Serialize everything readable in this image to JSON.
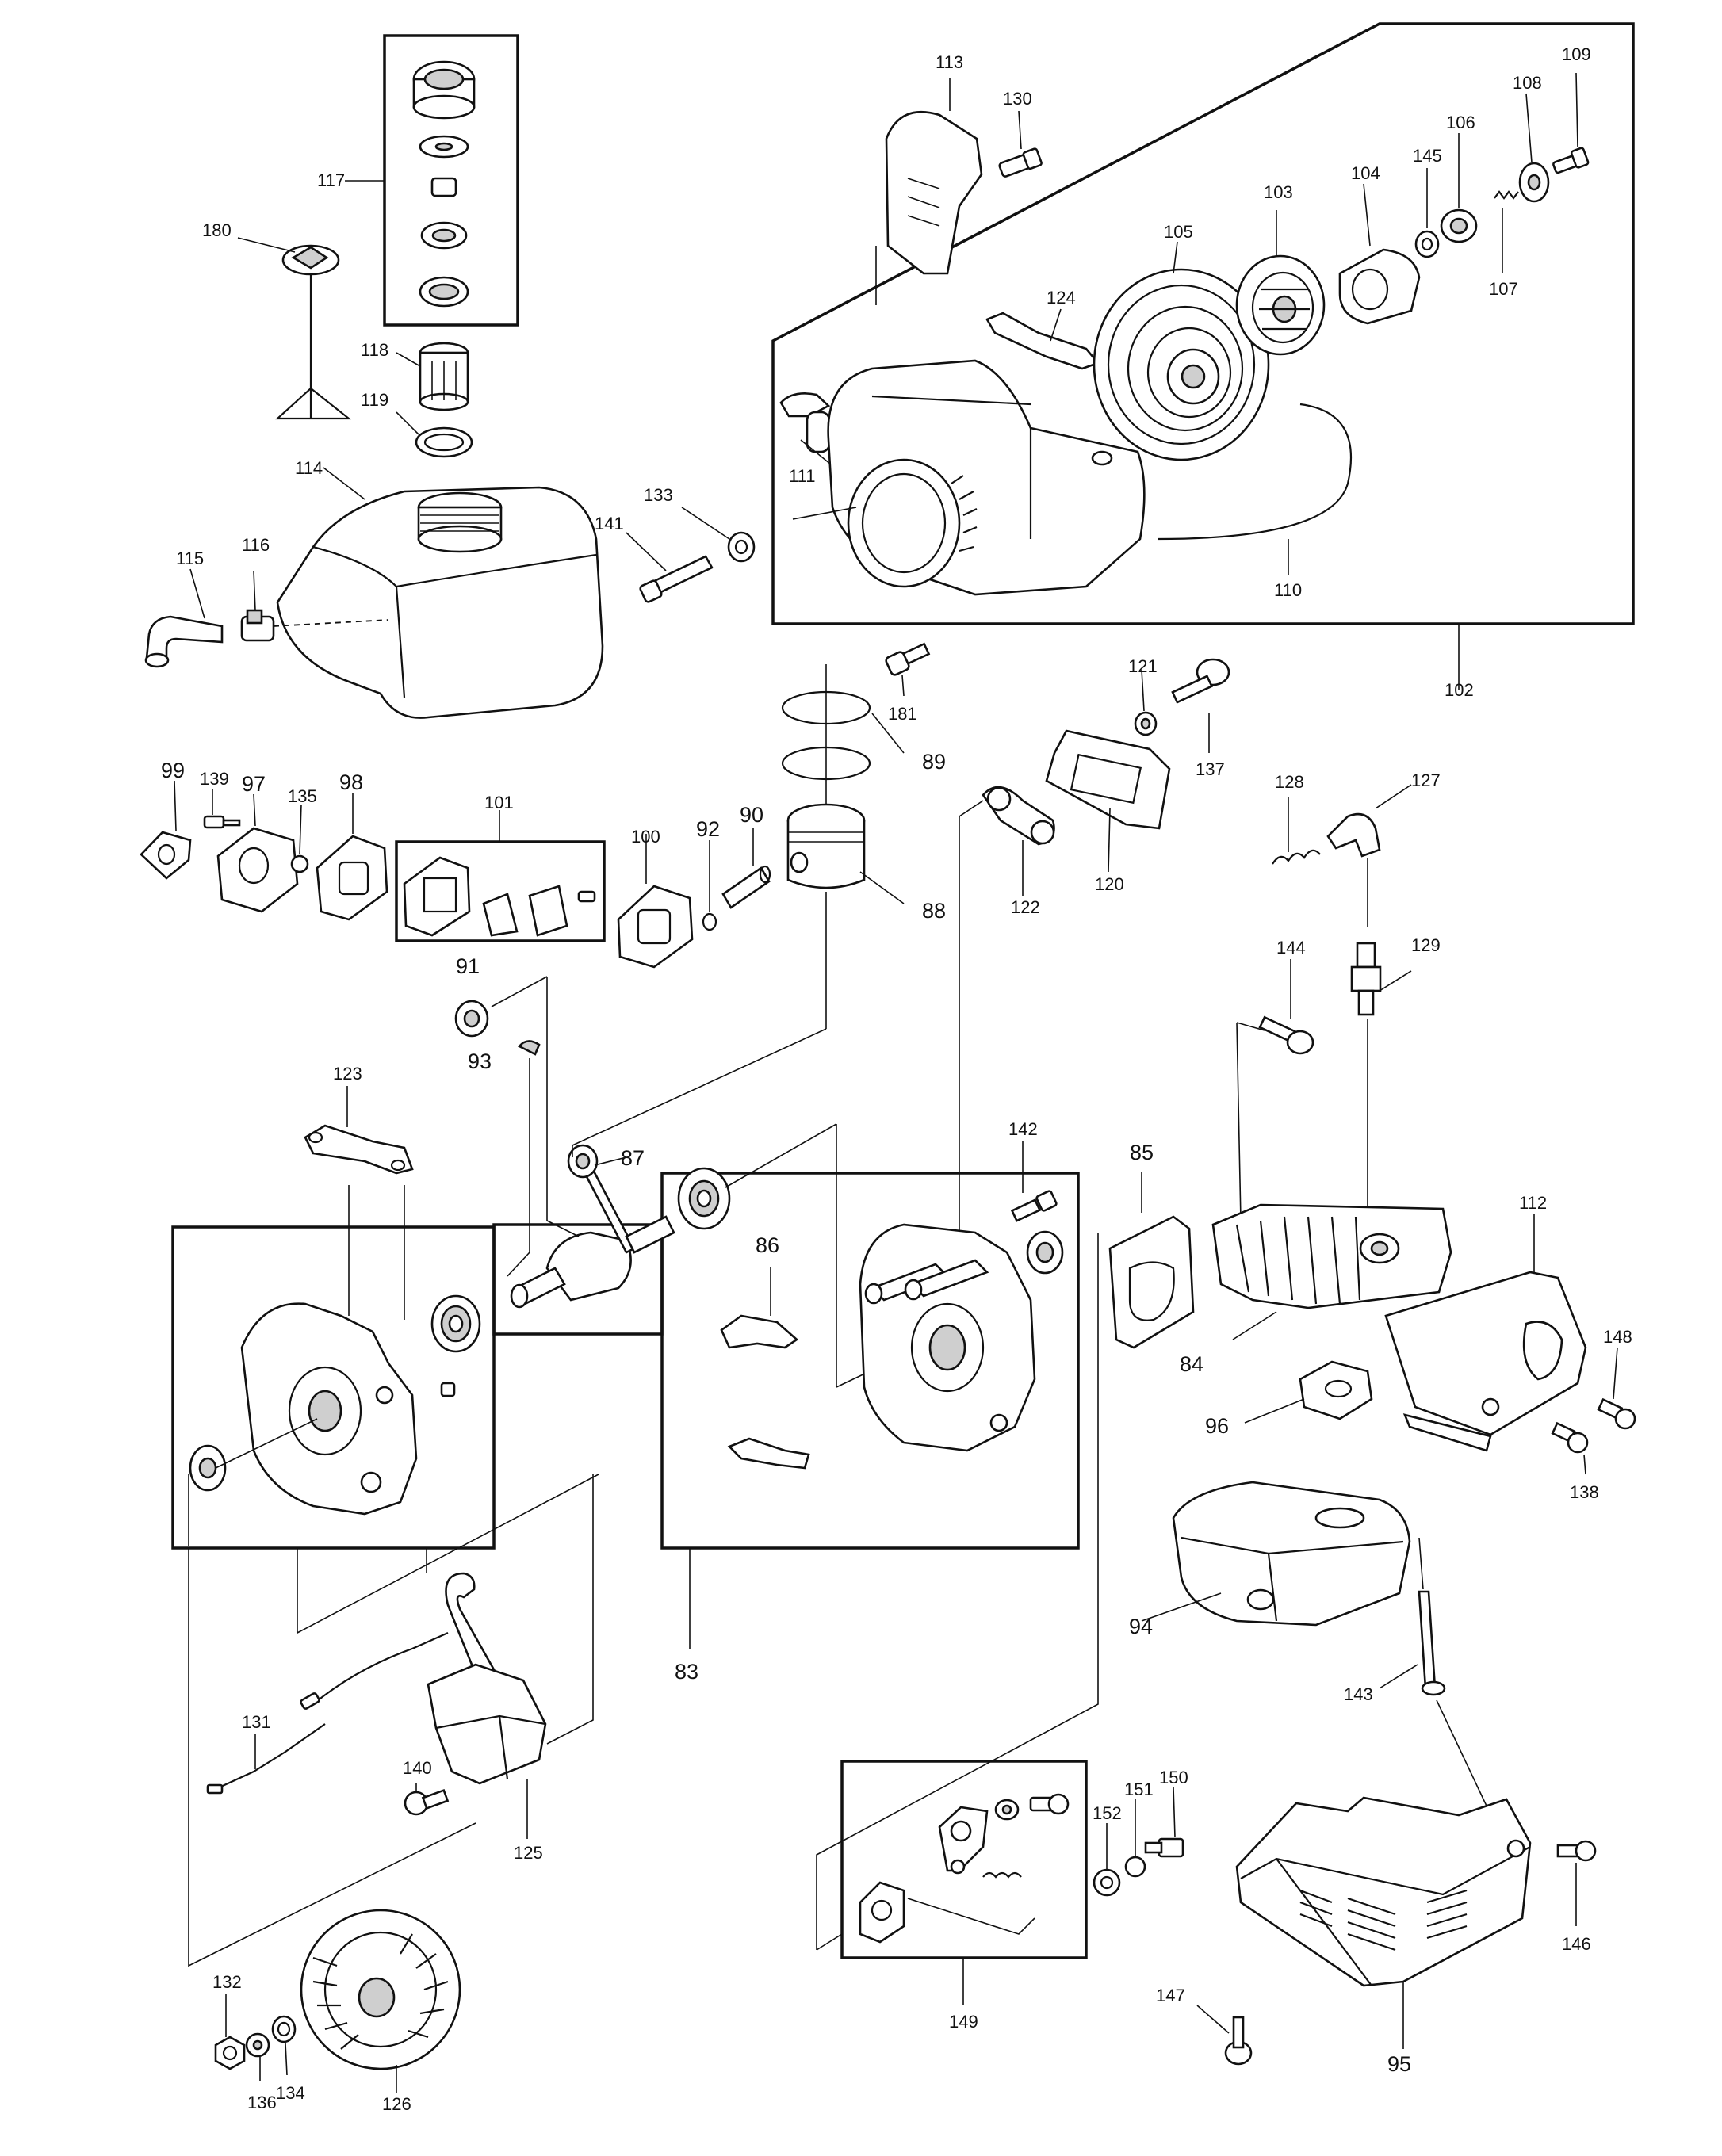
{
  "diagram": {
    "part_labels": {
      "p83": "83",
      "p84": "84",
      "p85": "85",
      "p86": "86",
      "p87": "87",
      "p88": "88",
      "p89": "89",
      "p90": "90",
      "p91": "91",
      "p92": "92",
      "p93": "93",
      "p94": "94",
      "p95": "95",
      "p96": "96",
      "p97": "97",
      "p98": "98",
      "p99": "99",
      "p100": "100",
      "p101": "101",
      "p102": "102",
      "p103": "103",
      "p104": "104",
      "p105": "105",
      "p106": "106",
      "p107": "107",
      "p108": "108",
      "p109": "109",
      "p110": "110",
      "p111": "111",
      "p112": "112",
      "p113": "113",
      "p114": "114",
      "p115": "115",
      "p116": "116",
      "p117": "117",
      "p118": "118",
      "p119": "119",
      "p120": "120",
      "p121": "121",
      "p122": "122",
      "p123": "123",
      "p124": "124",
      "p125": "125",
      "p126": "126",
      "p127": "127",
      "p128": "128",
      "p129": "129",
      "p130": "130",
      "p131": "131",
      "p132": "132",
      "p133": "133",
      "p134": "134",
      "p135": "135",
      "p136": "136",
      "p137": "137",
      "p138": "138",
      "p139": "139",
      "p140": "140",
      "p141": "141",
      "p142": "142",
      "p143": "143",
      "p144": "144",
      "p145": "145",
      "p146": "146",
      "p147": "147",
      "p148": "148",
      "p149": "149",
      "p150": "150",
      "p151": "151",
      "p152": "152",
      "p180": "180",
      "p181": "181"
    }
  }
}
